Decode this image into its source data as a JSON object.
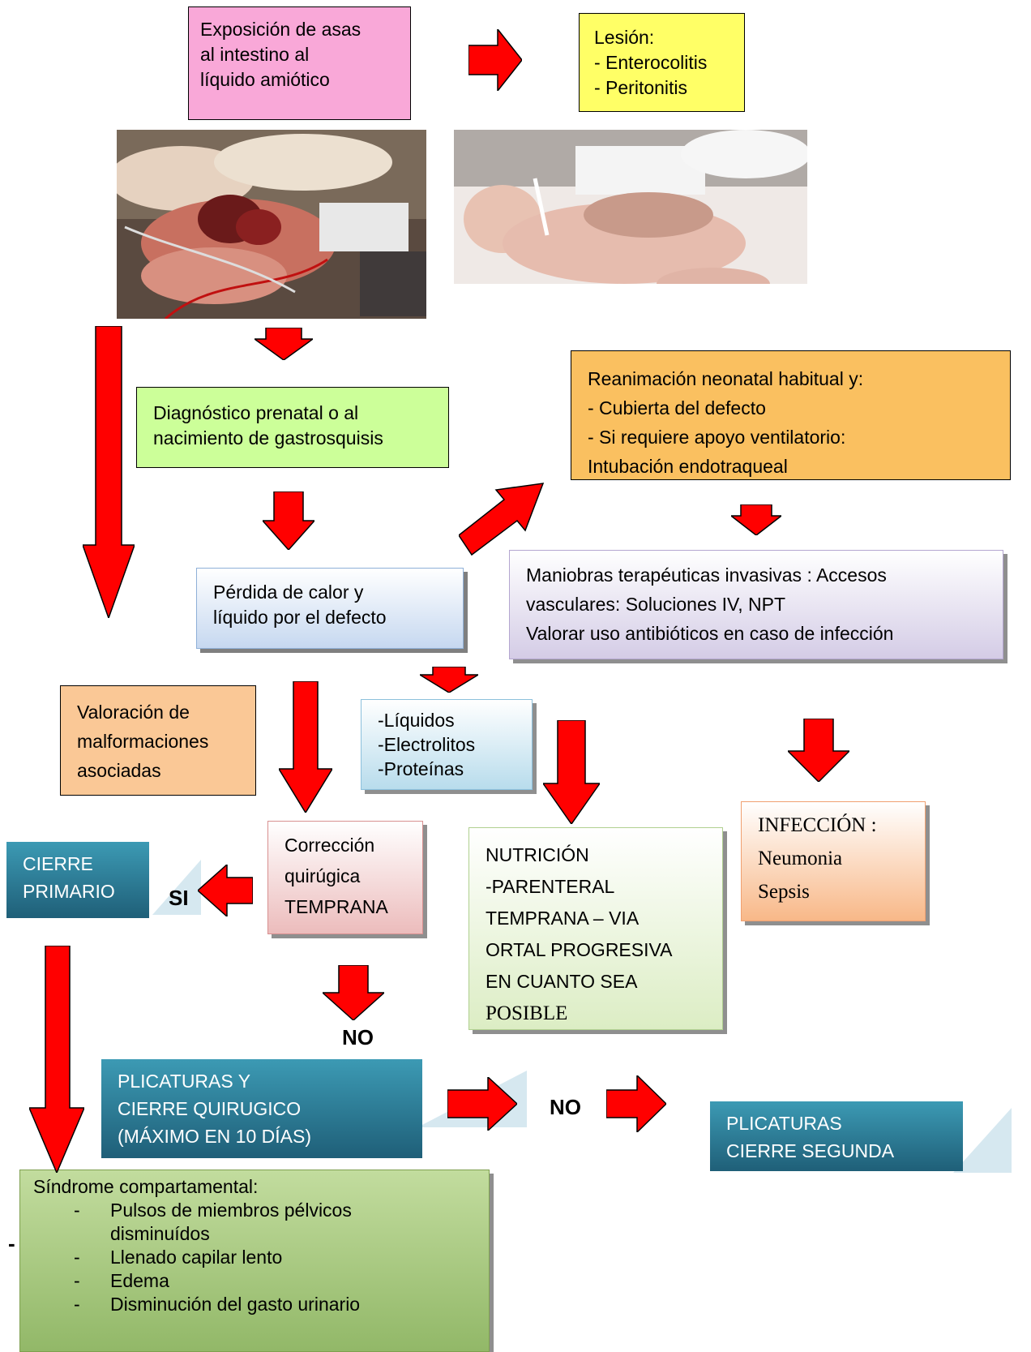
{
  "exposure": {
    "lines": [
      "Exposición de asas",
      "al intestino al",
      "líquido amiótico"
    ]
  },
  "lesion": {
    "lines": [
      "Lesión:",
      "- Enterocolitis",
      "- Peritonitis"
    ]
  },
  "diagnosis": {
    "lines": [
      "Diagnóstico prenatal o al",
      "nacimiento de gastrosquisis"
    ]
  },
  "resuscitation": {
    "lines": [
      "Reanimación neonatal habitual y:",
      "- Cubierta del defecto",
      "- Si requiere apoyo ventilatorio:",
      "Intubación endotraqueal"
    ]
  },
  "heat_loss": {
    "lines": [
      "Pérdida de calor y",
      "líquido por el defecto"
    ]
  },
  "maneuvers": {
    "lines": [
      "Maniobras terapéuticas invasivas : Accesos",
      "vasculares: Soluciones IV, NPT",
      "Valorar uso antibióticos en caso de infección"
    ]
  },
  "malformations": {
    "lines": [
      "Valoración de",
      "malformaciones",
      "asociadas"
    ]
  },
  "fluids": {
    "lines": [
      "-Líquidos",
      "-Electrolitos",
      "-Proteínas"
    ]
  },
  "infection": {
    "lines": [
      "INFECCIÓN :",
      "Neumonia",
      "Sepsis"
    ]
  },
  "primary_closure": {
    "lines": [
      "CIERRE",
      "PRIMARIO"
    ]
  },
  "surgical_correction": {
    "lines": [
      "Corrección",
      "quirúgica",
      "TEMPRANA"
    ]
  },
  "nutrition": {
    "lines": [
      "NUTRICIÓN",
      " -PARENTERAL",
      "TEMPRANA – VIA",
      "ORTAL PROGRESIVA",
      "EN CUANTO SEA",
      "POSIBLE"
    ]
  },
  "plications": {
    "lines": [
      "PLICATURAS  Y",
      "CIERRE  QUIRUGICO",
      "(MÁXIMO EN 10 DÍAS)"
    ]
  },
  "second_closure": {
    "lines": [
      "PLICATURAS",
      "CIERRE SEGUNDA"
    ]
  },
  "compartment": {
    "title": "Síndrome compartamental:",
    "items": [
      "Pulsos de miembros pélvicos disminuídos",
      "Llenado capilar lento",
      "Edema",
      "Disminución del gasto urinario"
    ]
  },
  "labels": {
    "si": "SI",
    "no_1": "NO",
    "no_2": "NO",
    "dash": "-"
  },
  "colors": {
    "arrow_red": "#ff0000",
    "pink": "#f9a8d8",
    "yellow": "#ffff66",
    "light_green": "#ccff99",
    "orange": "#fac060",
    "teal": "#31849b",
    "olive_green": "#a8c878"
  }
}
